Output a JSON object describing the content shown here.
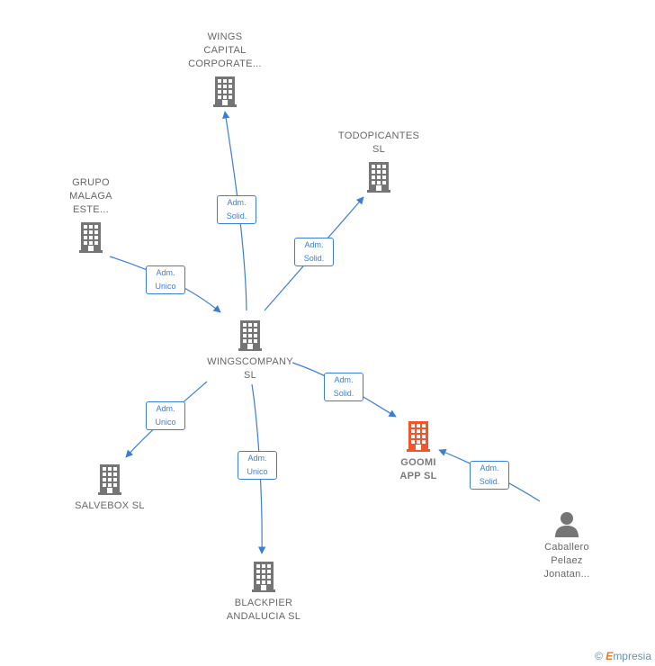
{
  "colors": {
    "edge": "#3b7ed6",
    "building": "#757575",
    "building_focus": "#f0562b",
    "person": "#757575"
  },
  "nodes": [
    {
      "id": "wings-capital",
      "label": "WINGS\nCAPITAL\nCORPORATE...",
      "icon": "building-icon"
    },
    {
      "id": "todopicantes",
      "label": "TODOPICANTES\nSL",
      "icon": "building-icon"
    },
    {
      "id": "grupo-malaga",
      "label": "GRUPO\nMALAGA\nESTE...",
      "icon": "building-icon"
    },
    {
      "id": "wingscompany",
      "label": "WINGSCOMPANY\nSL",
      "icon": "building-icon"
    },
    {
      "id": "salvebox",
      "label": "SALVEBOX  SL",
      "icon": "building-icon"
    },
    {
      "id": "blackpier",
      "label": "BLACKPIER\nANDALUCIA  SL",
      "icon": "building-icon"
    },
    {
      "id": "goomi",
      "label": "GOOMI\nAPP  SL",
      "icon": "building-icon"
    },
    {
      "id": "caballero",
      "label": "Caballero\nPelaez\nJonatan...",
      "icon": "person-icon"
    }
  ],
  "edges": [
    {
      "from": "wingscompany",
      "to": "wings-capital",
      "label": "Adm.\nSolid."
    },
    {
      "from": "wingscompany",
      "to": "todopicantes",
      "label": "Adm.\nSolid."
    },
    {
      "from": "grupo-malaga",
      "to": "wingscompany",
      "label": "Adm.\nUnico"
    },
    {
      "from": "wingscompany",
      "to": "salvebox",
      "label": "Adm.\nUnico"
    },
    {
      "from": "wingscompany",
      "to": "blackpier",
      "label": "Adm.\nUnico"
    },
    {
      "from": "wingscompany",
      "to": "goomi",
      "label": "Adm.\nSolid."
    },
    {
      "from": "caballero",
      "to": "goomi",
      "label": "Adm.\nSolid."
    }
  ],
  "credit": {
    "symbol": "©",
    "brand_initial": "E",
    "brand_rest": "mpresia"
  }
}
